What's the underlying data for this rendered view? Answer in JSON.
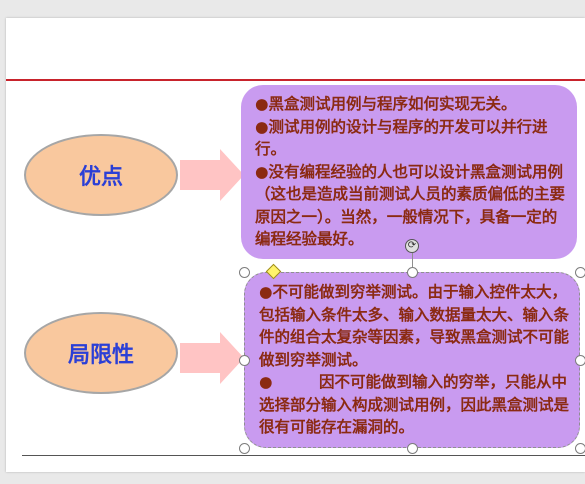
{
  "slide": {
    "advantages": {
      "label": "优点",
      "points": [
        "●黑盒测试用例与程序如何实现无关。",
        "●测试用例的设计与程序的开发可以并行进行。",
        "●没有编程经验的人也可以设计黑盒测试用例（这也是造成当前测试人员的素质偏低的主要原因之一）。当然，一般情况下，具备一定的编程经验最好。"
      ]
    },
    "limitations": {
      "label": "局限性",
      "points": [
        "●不可能做到穷举测试。由于输入控件太大，包括输入条件太多、输入数据量太大、输入条件的组合太复杂等因素，导致黑盒测试不可能做到穷举测试。",
        "●　　　因不可能做到输入的穷举，只能从中选择部分输入构成测试用例，因此黑盒测试是很有可能存在漏洞的。"
      ]
    }
  },
  "colors": {
    "ellipse_fill": "#f9c89e",
    "ellipse_text": "#2b3fd6",
    "box_fill": "#c99bf0",
    "box_text": "#8b2a12",
    "arrow_fill": "#ffc4c4",
    "rule_red": "#c8232c"
  },
  "icons": {
    "arrow": "right-block-arrow-icon",
    "rotate": "rotate-handle-icon"
  }
}
